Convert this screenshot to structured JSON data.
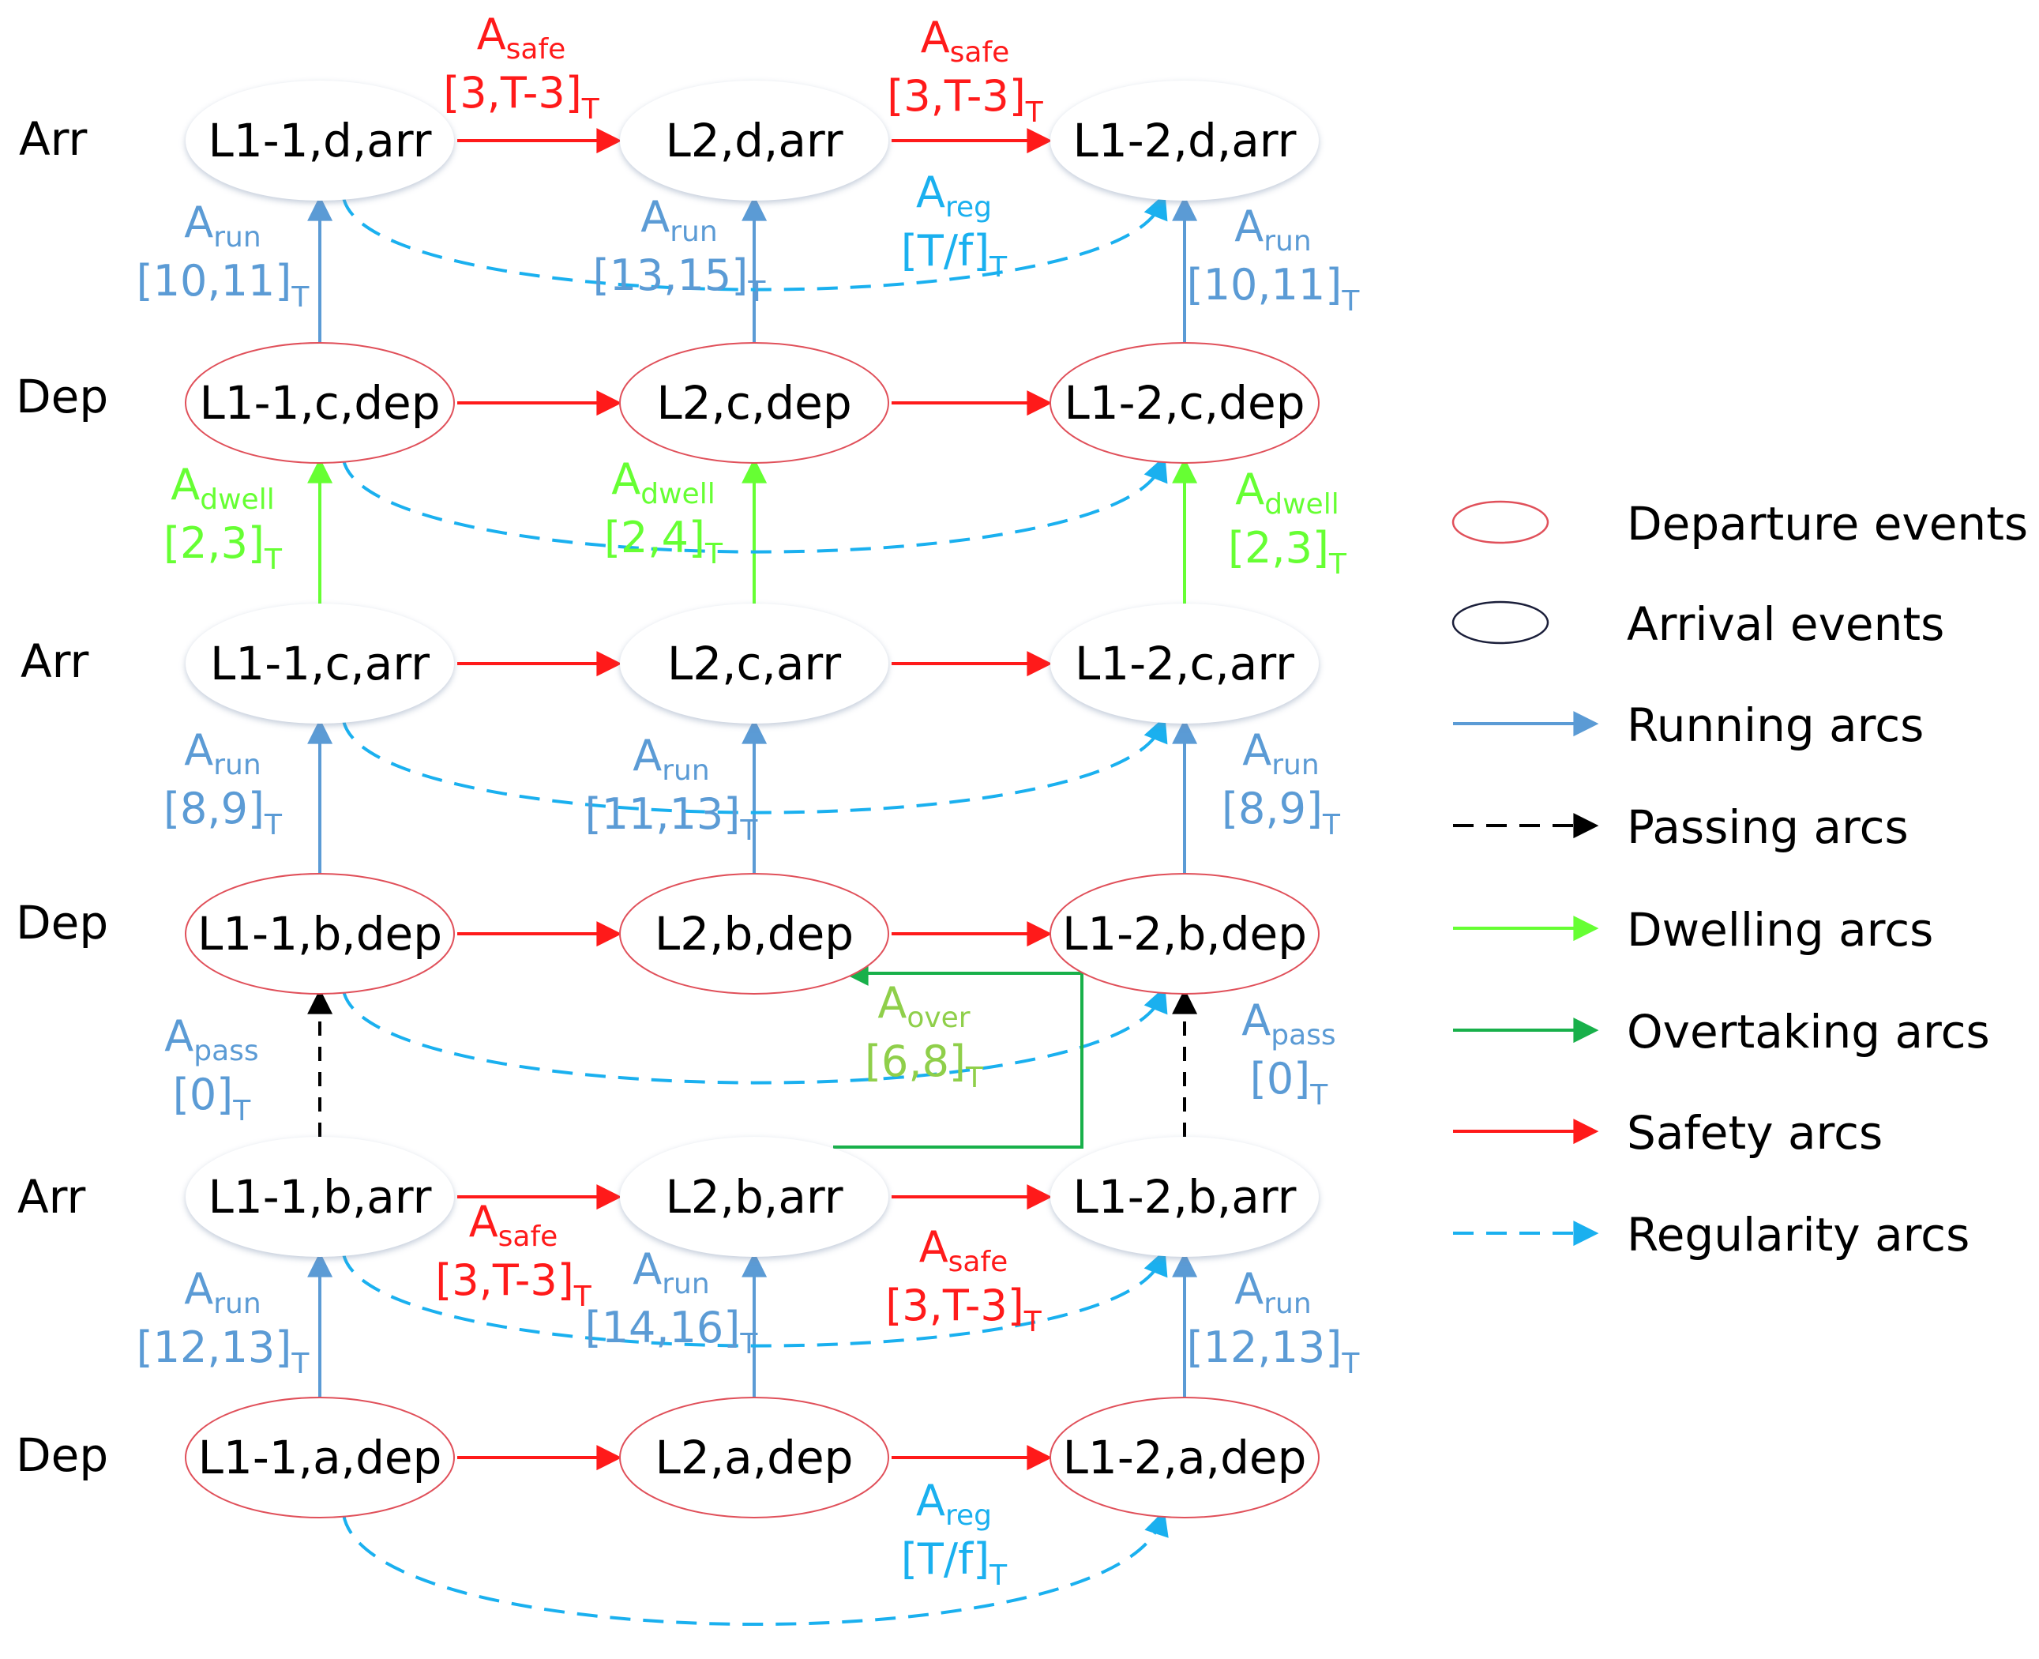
{
  "colors": {
    "departure_border": "#e0505a",
    "arrival_border": "#1b1f3a",
    "running": "#5b9bd5",
    "passing": "#000000",
    "dwelling": "#66ff33",
    "overtaking": "#18b04a",
    "safety": "#ff1a1a",
    "regularity": "#1ab0ef",
    "text": "#000000"
  },
  "rows": [
    "Arr",
    "Dep",
    "Arr",
    "Dep",
    "Arr",
    "Dep"
  ],
  "nodes": [
    [
      "L1-1,d,arr",
      "L2,d,arr",
      "L1-2,d,arr"
    ],
    [
      "L1-1,c,dep",
      "L2,c,dep",
      "L1-2,c,dep"
    ],
    [
      "L1-1,c,arr",
      "L2,c,arr",
      "L1-2,c,arr"
    ],
    [
      "L1-1,b,dep",
      "L2,b,dep",
      "L1-2,b,dep"
    ],
    [
      "L1-1,b,arr",
      "L2,b,arr",
      "L1-2,b,arr"
    ],
    [
      "L1-1,a,dep",
      "L2,a,dep",
      "L1-2,a,dep"
    ]
  ],
  "labels": {
    "safe_top_1": {
      "main": "A",
      "sub": "safe",
      "range": "[3,T-3]",
      "sub2": "T",
      "kind": "safety"
    },
    "safe_top_2": {
      "main": "A",
      "sub": "safe",
      "range": "[3,T-3]",
      "sub2": "T",
      "kind": "safety"
    },
    "run_d_1": {
      "main": "A",
      "sub": "run",
      "range": "[10,11]",
      "sub2": "T",
      "kind": "running"
    },
    "run_d_2": {
      "main": "A",
      "sub": "run",
      "range": "[13,15]",
      "sub2": "T",
      "kind": "running"
    },
    "run_d_3": {
      "main": "A",
      "sub": "run",
      "range": "[10,11]",
      "sub2": "T",
      "kind": "running"
    },
    "reg_top": {
      "main": "A",
      "sub": "reg",
      "range": "[T/f]",
      "sub2": "T",
      "kind": "regularity"
    },
    "dwell_1": {
      "main": "A",
      "sub": "dwell",
      "range": "[2,3]",
      "sub2": "T",
      "kind": "dwelling"
    },
    "dwell_2": {
      "main": "A",
      "sub": "dwell",
      "range": "[2,4]",
      "sub2": "T",
      "kind": "dwelling"
    },
    "dwell_3": {
      "main": "A",
      "sub": "dwell",
      "range": "[2,3]",
      "sub2": "T",
      "kind": "dwelling"
    },
    "run_c_1": {
      "main": "A",
      "sub": "run",
      "range": "[8,9]",
      "sub2": "T",
      "kind": "running"
    },
    "run_c_2": {
      "main": "A",
      "sub": "run",
      "range": "[11,13]",
      "sub2": "T",
      "kind": "running"
    },
    "run_c_3": {
      "main": "A",
      "sub": "run",
      "range": "[8,9]",
      "sub2": "T",
      "kind": "running"
    },
    "pass_1": {
      "main": "A",
      "sub": "pass",
      "range": "[0]",
      "sub2": "T",
      "kind": "running"
    },
    "pass_3": {
      "main": "A",
      "sub": "pass",
      "range": "[0]",
      "sub2": "T",
      "kind": "running"
    },
    "over": {
      "main": "A",
      "sub": "over",
      "range": "[6,8]",
      "sub2": "T",
      "kind": "overtaking_label"
    },
    "safe_b_1": {
      "main": "A",
      "sub": "safe",
      "range": "[3,T-3]",
      "sub2": "T",
      "kind": "safety"
    },
    "safe_b_2": {
      "main": "A",
      "sub": "safe",
      "range": "[3,T-3]",
      "sub2": "T",
      "kind": "safety"
    },
    "run_a_1": {
      "main": "A",
      "sub": "run",
      "range": "[12,13]",
      "sub2": "T",
      "kind": "running"
    },
    "run_a_2": {
      "main": "A",
      "sub": "run",
      "range": "[14,16]",
      "sub2": "T",
      "kind": "running"
    },
    "run_a_3": {
      "main": "A",
      "sub": "run",
      "range": "[12,13]",
      "sub2": "T",
      "kind": "running"
    },
    "reg_bottom": {
      "main": "A",
      "sub": "reg",
      "range": "[T/f]",
      "sub2": "T",
      "kind": "regularity"
    }
  },
  "label_colors": {
    "safety": "#ff1a1a",
    "running": "#5b9bd5",
    "regularity": "#1ab0ef",
    "dwelling": "#66ff33",
    "overtaking_label": "#8fcf4a"
  },
  "legend": [
    {
      "label": "Departure events",
      "kind": "departure"
    },
    {
      "label": "Arrival events",
      "kind": "arrival"
    },
    {
      "label": "Running arcs",
      "kind": "running"
    },
    {
      "label": "Passing arcs",
      "kind": "passing"
    },
    {
      "label": "Dwelling arcs",
      "kind": "dwelling"
    },
    {
      "label": "Overtaking arcs",
      "kind": "overtaking"
    },
    {
      "label": "Safety arcs",
      "kind": "safety"
    },
    {
      "label": "Regularity arcs",
      "kind": "regularity"
    }
  ]
}
